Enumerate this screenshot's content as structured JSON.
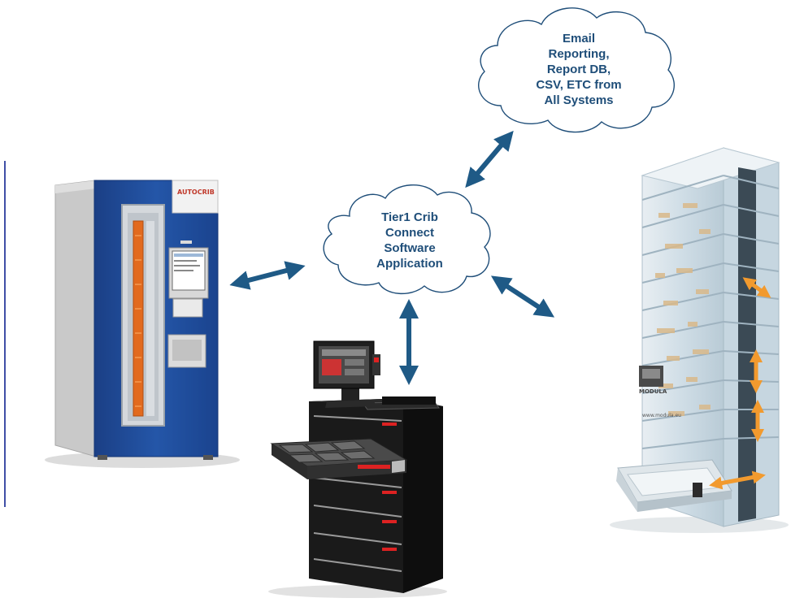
{
  "clouds": {
    "top": {
      "lines": [
        "Email",
        "Reporting,",
        "Report DB,",
        "CSV, ETC from",
        "All Systems"
      ]
    },
    "center": {
      "lines": [
        "Tier1 Crib",
        "Connect",
        "Software",
        "Application"
      ]
    }
  },
  "devices": {
    "vending_machine": {
      "brand": "AUTOCRIB"
    },
    "tower": {
      "brand": "MODULA",
      "url": "www.modula.eu"
    }
  },
  "colors": {
    "cloud_text": "#1f4e79",
    "arrow": "#1f5a86",
    "vending_blue": "#1f4d9c",
    "cabinet_black": "#151515",
    "orange": "#f29a2e",
    "side_line": "#3f4fa6"
  }
}
